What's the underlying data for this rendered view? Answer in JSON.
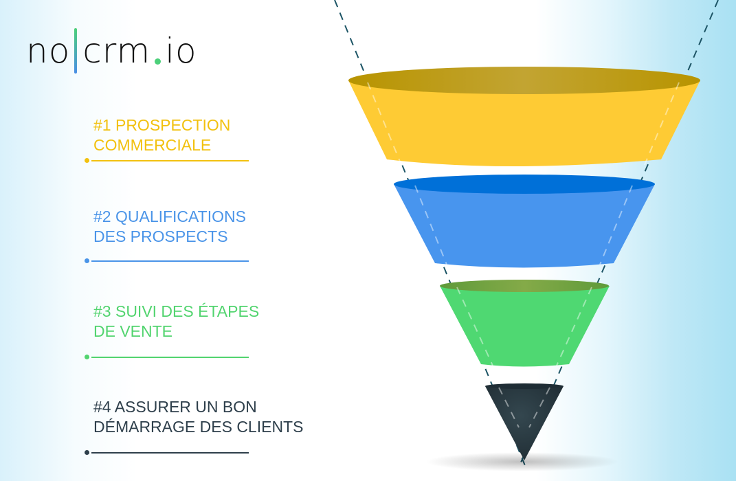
{
  "logo": {
    "part1": "no",
    "part2": "crm",
    "part3": "io",
    "brand_green": "#4cd07a",
    "brand_blue": "#4a8fe6"
  },
  "stages": [
    {
      "label_line1": "#1 PROSPECTION",
      "label_line2": "COMMERCIALE",
      "color": "#f2c10f",
      "funnel_top": "#bf9a14",
      "funnel_body": "#fecb34"
    },
    {
      "label_line1": "#2 QUALIFICATIONS",
      "label_line2": "DES PROSPECTS",
      "color": "#4a94e8",
      "funnel_top": "#0070d8",
      "funnel_body": "#4895ee"
    },
    {
      "label_line1": "#3 SUIVI DES ÉTAPES",
      "label_line2": "DE VENTE",
      "color": "#52d46f",
      "funnel_top": "#78a841",
      "funnel_body": "#4fd872"
    },
    {
      "label_line1": "#4 ASSURER UN BON",
      "label_line2": "DÉMARRAGE DES CLIENTS",
      "color": "#2e3f4b",
      "funnel_top": "#1f2d35",
      "funnel_body": "#2e3e47"
    }
  ]
}
